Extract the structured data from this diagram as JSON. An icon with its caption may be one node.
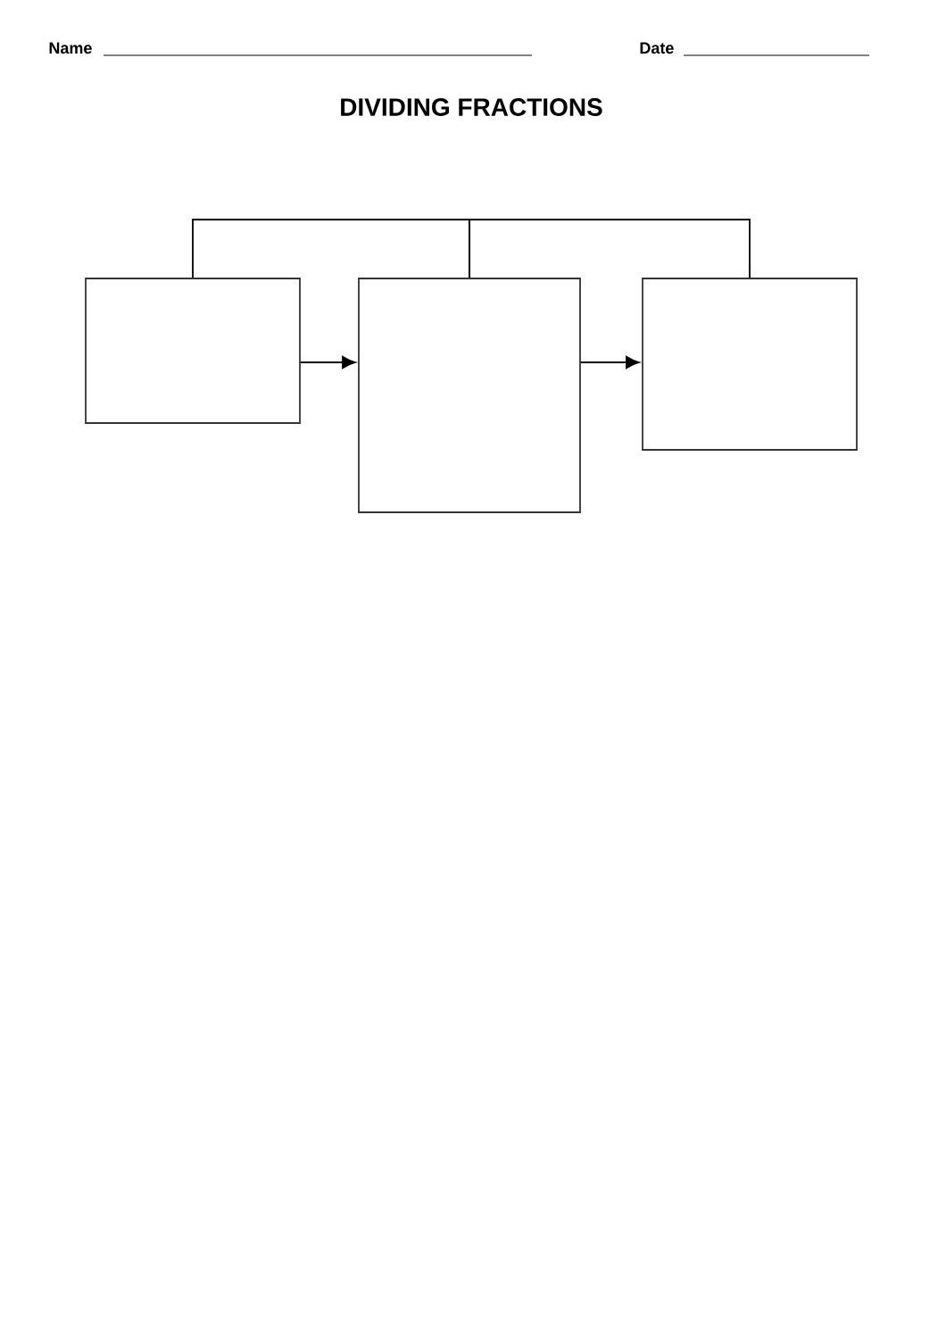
{
  "diagram": {
    "title": "DIVIDING FRACTIONS",
    "nodes": [
      {
        "text": [],
        "shape": "box"
      },
      {
        "text": [],
        "shape": "box"
      },
      {
        "text": [],
        "shape": "box"
      }
    ],
    "edges": [
      {
        "from": 0,
        "to": 1,
        "arrow": "to"
      },
      {
        "from": 1,
        "to": 2,
        "arrow": "to"
      },
      {
        "from": 0,
        "to": 1,
        "arrow": "none"
      },
      {
        "from": 1,
        "to": 2,
        "arrow": "none"
      }
    ],
    "labels": [
      "Name",
      "Date"
    ]
  }
}
